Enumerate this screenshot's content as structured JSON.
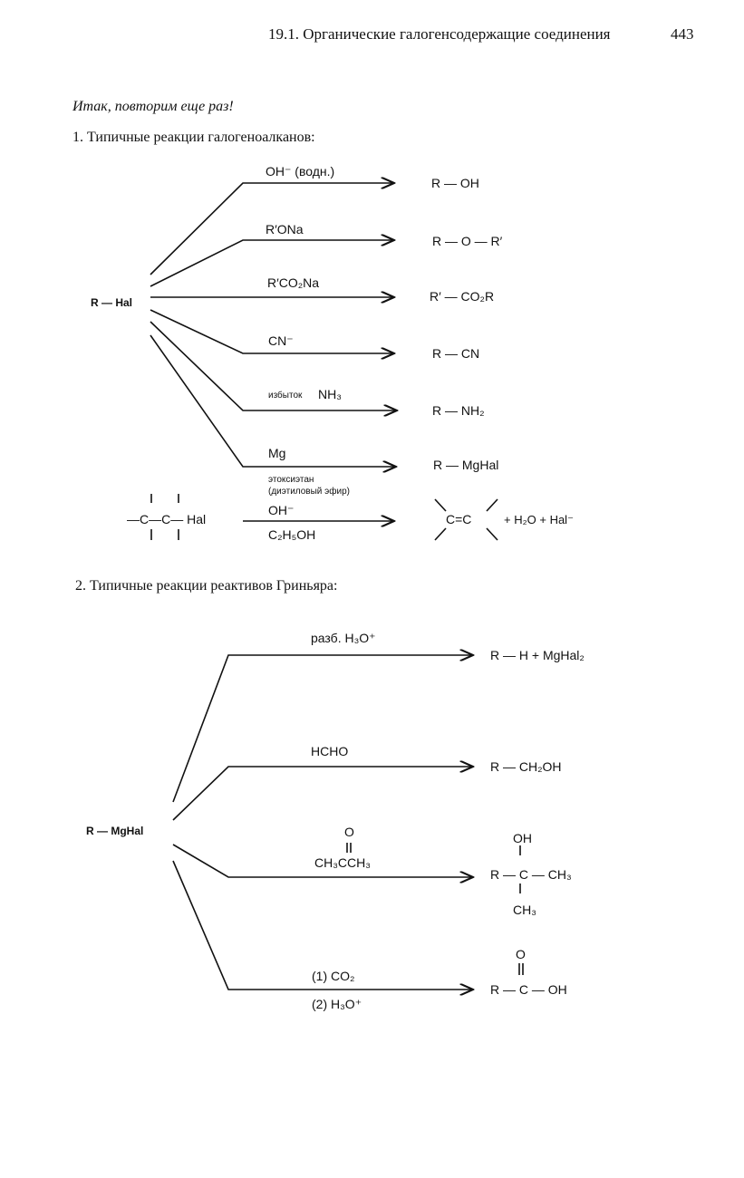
{
  "header": {
    "section_title": "19.1. Органические галогенсодержащие соединения",
    "page_number": "443"
  },
  "intro": "Итак, повторим еще раз!",
  "section1": {
    "heading": "1. Типичные реакции галогеноалканов:",
    "reactant": "R — Hal",
    "reactions": [
      {
        "reagent": "OH⁻ (водн.)",
        "product": "R — OH"
      },
      {
        "reagent": "R′ONa",
        "product": "R — O — R′"
      },
      {
        "reagent": "R′CO₂Na",
        "product": "R′ — CO₂R"
      },
      {
        "reagent": "CN⁻",
        "product": "R — CN"
      },
      {
        "reagent_prefix": "избыток",
        "reagent": "NH₃",
        "product": "R — NH₂"
      },
      {
        "reagent": "Mg",
        "condition_1": "этоксиэтан",
        "condition_2": "(диэтиловый эфир)",
        "product": "R — MgHal"
      }
    ],
    "elimination": {
      "reactant": "—C—C— Hal",
      "reagent_top": "OH⁻",
      "reagent_bottom": "C₂H₅OH",
      "product_alkene": "C=C",
      "product_rest": "+ H₂O +  Hal⁻"
    }
  },
  "section2": {
    "heading": "2. Типичные реакции реактивов Гриньяра:",
    "reactant": "R — MgHal",
    "reactions": [
      {
        "reagent": "разб. H₃O⁺",
        "product": "R — H + MgHal₂"
      },
      {
        "reagent": "HCHO",
        "product": "R — CH₂OH"
      },
      {
        "reagent_top": "O",
        "reagent": "CH₃CCH₃",
        "product_top": "OH",
        "product": "R — C — CH₃",
        "product_bottom": "CH₃"
      },
      {
        "reagent": "(1) CO₂",
        "reagent_bottom": "(2) H₃O⁺",
        "product_top": "O",
        "product": "R — C — OH"
      }
    ]
  }
}
